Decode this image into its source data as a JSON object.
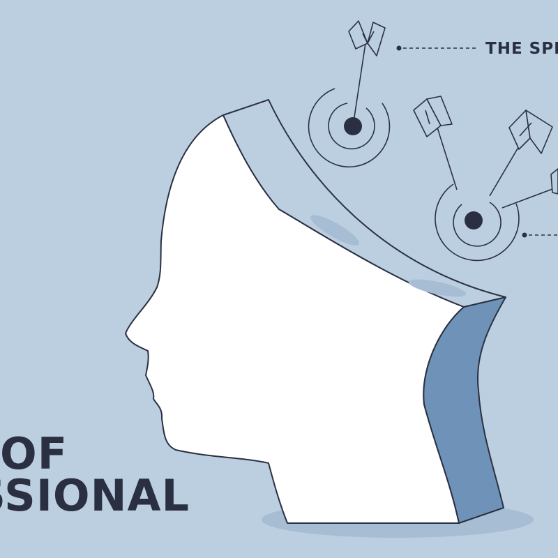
{
  "headline": {
    "line_1": "OF",
    "line_2": "SSIONAL"
  },
  "callouts": [
    {
      "label": "THE SPE"
    }
  ],
  "colors": {
    "background": "#bccfe0",
    "head_fill": "#ffffff",
    "head_side": "#6f93b8",
    "rim": "#bccfe0",
    "ink": "#2a3042",
    "shadow": "#a7bdd4"
  },
  "icons": [
    "head-profile-illustration",
    "target-icon",
    "arrow-icon"
  ]
}
